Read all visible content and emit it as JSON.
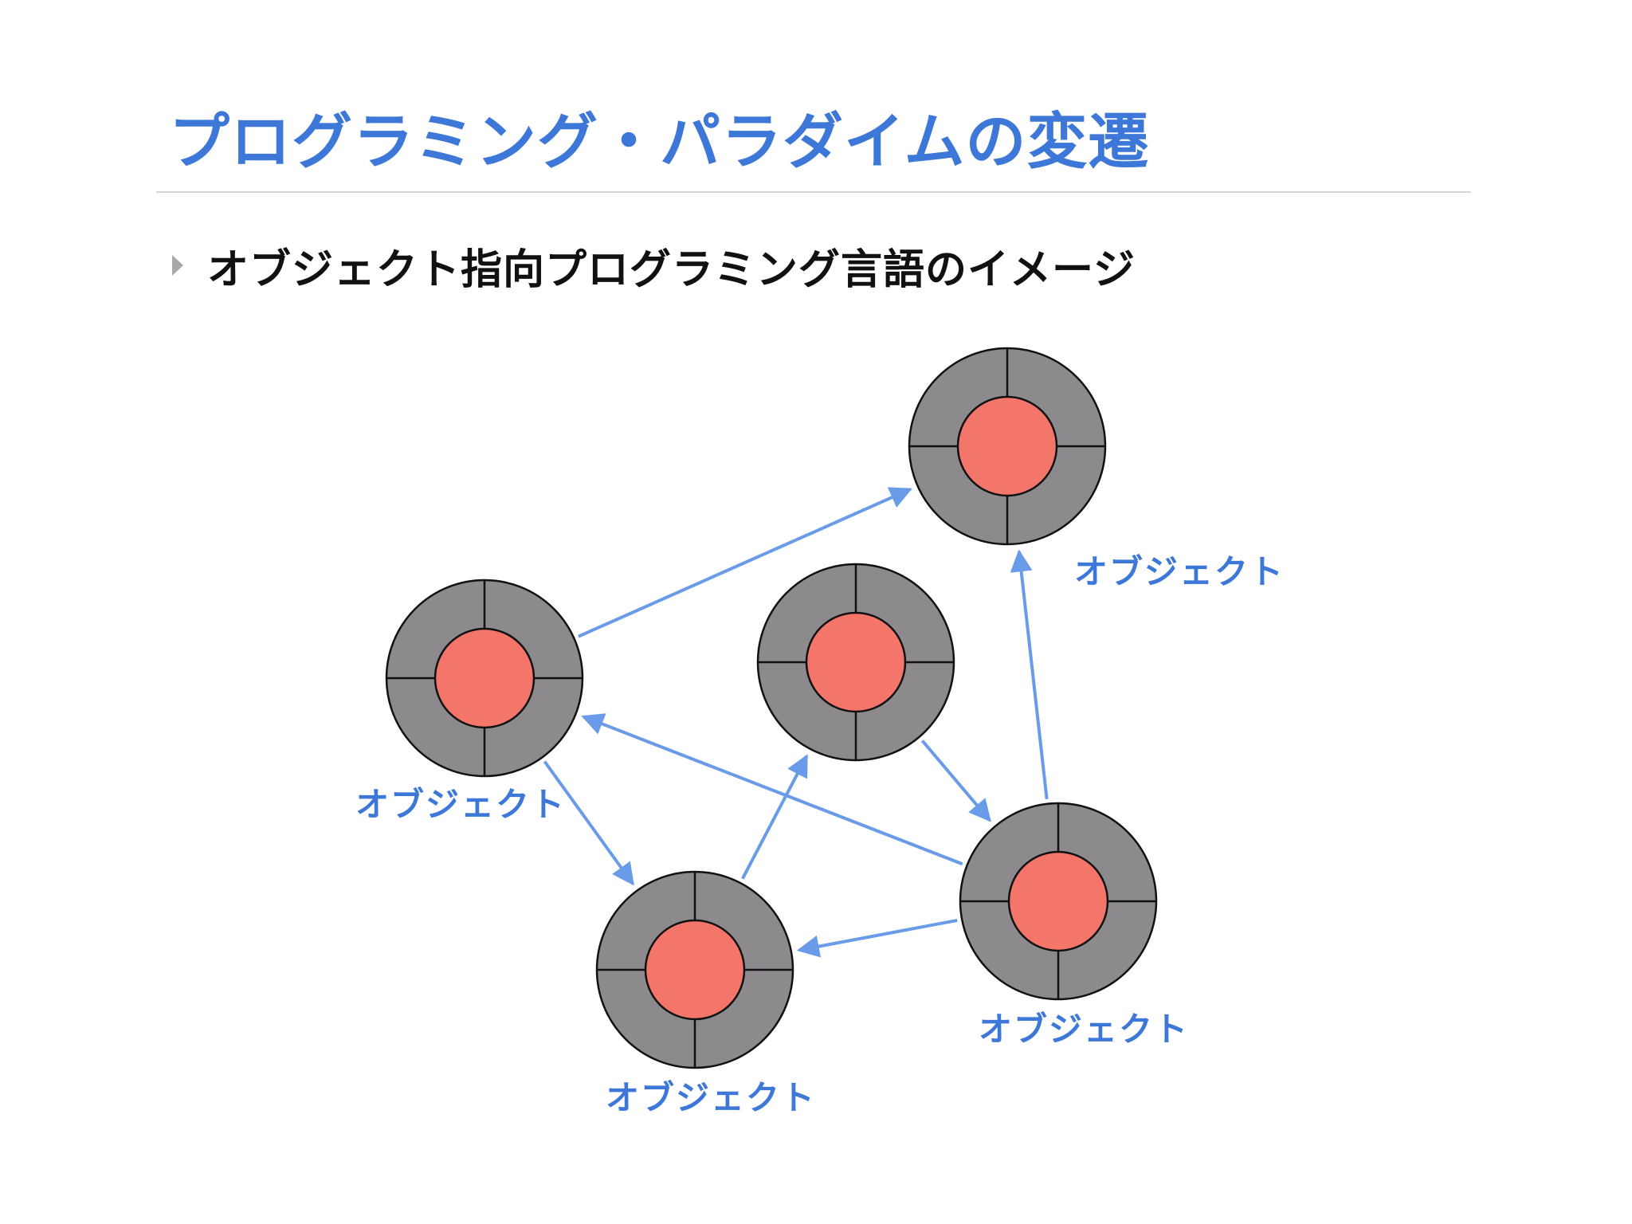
{
  "slide": {
    "title": "プログラミング・パラダイムの変遷",
    "bullet": "オブジェクト指向プログラミング言語のイメージ"
  },
  "colors": {
    "title": "#3d78d8",
    "bullet_text": "#111111",
    "bullet_marker": "#a9a9a9",
    "rule": "#d6d6d6",
    "object_outer": "#8c8a8c",
    "object_core": "#f4756a",
    "object_stroke": "#111111",
    "arrow": "#6a9be8",
    "label": "#3d78d8"
  },
  "icons": {
    "bullet_marker": "triangle-right-icon",
    "object": "object-circle-icon",
    "message": "arrow-icon"
  },
  "diagram": {
    "objects": [
      {
        "id": "top-right",
        "label": "オブジェクト"
      },
      {
        "id": "left",
        "label": "オブジェクト"
      },
      {
        "id": "center",
        "label": ""
      },
      {
        "id": "bottom-left",
        "label": "オブジェクト"
      },
      {
        "id": "bottom-right",
        "label": "オブジェクト"
      }
    ],
    "arrows": [
      {
        "from": "left",
        "to": "top-right"
      },
      {
        "from": "left",
        "to": "bottom-left"
      },
      {
        "from": "bottom-left",
        "to": "center"
      },
      {
        "from": "center",
        "to": "bottom-right"
      },
      {
        "from": "bottom-right",
        "to": "left"
      },
      {
        "from": "bottom-right",
        "to": "top-right"
      },
      {
        "from": "bottom-right",
        "to": "bottom-left"
      }
    ]
  }
}
